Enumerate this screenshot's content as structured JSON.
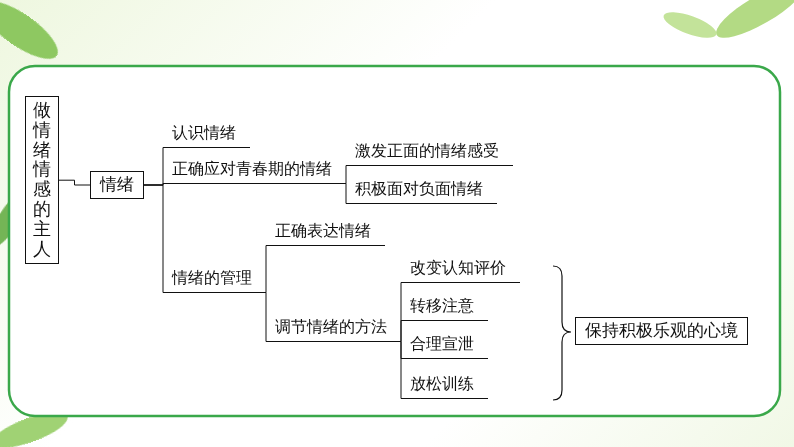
{
  "diagram": {
    "nodes": [
      {
        "text": [
          "做情绪情感的主人"
        ]
      },
      {
        "text": [
          "情绪"
        ]
      },
      {
        "text": [
          "认识情绪"
        ]
      },
      {
        "text": [
          "正确应对青春期的情绪"
        ]
      },
      {
        "text": [
          "激发正面的情绪感受"
        ]
      },
      {
        "text": [
          "积极面对负面情绪"
        ]
      },
      {
        "text": [
          "情绪的管理"
        ]
      },
      {
        "text": [
          "正确表达情绪"
        ]
      },
      {
        "text": [
          "调节情绪的方法"
        ]
      },
      {
        "text": [
          "改变认知评价"
        ]
      },
      {
        "text": [
          "转移注意"
        ]
      },
      {
        "text": [
          "合理宣泄"
        ]
      },
      {
        "text": [
          "放松训练"
        ]
      },
      {
        "text": [
          "保持积极乐观的心境"
        ]
      }
    ],
    "edges": [
      {
        "from": 0,
        "to": 1,
        "arrow": "none"
      },
      {
        "from": 1,
        "to": 2,
        "arrow": "none"
      },
      {
        "from": 1,
        "to": 3,
        "arrow": "none"
      },
      {
        "from": 3,
        "to": 4,
        "arrow": "none"
      },
      {
        "from": 3,
        "to": 5,
        "arrow": "none"
      },
      {
        "from": 1,
        "to": 6,
        "arrow": "none"
      },
      {
        "from": 6,
        "to": 7,
        "arrow": "none"
      },
      {
        "from": 6,
        "to": 8,
        "arrow": "none"
      },
      {
        "from": 8,
        "to": 9,
        "arrow": "none"
      },
      {
        "from": 8,
        "to": 10,
        "arrow": "none"
      },
      {
        "from": 8,
        "to": 11,
        "arrow": "none"
      },
      {
        "from": 8,
        "to": 12,
        "arrow": "none"
      }
    ]
  }
}
